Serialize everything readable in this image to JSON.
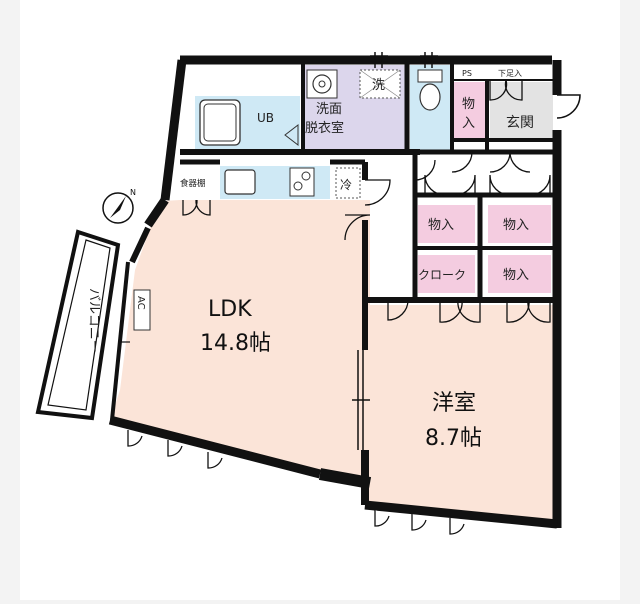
{
  "compass": {
    "north_label": "N"
  },
  "rooms": {
    "ldk": {
      "name": "LDK",
      "size": "14.8帖"
    },
    "western": {
      "name": "洋室",
      "size": "8.7帖"
    },
    "unit_bath": {
      "name": "UB"
    },
    "washroom": {
      "name_line1": "洗面",
      "name_line2": "脱衣室"
    },
    "entrance": {
      "name": "玄関"
    },
    "storage_top": {
      "name_line1": "物",
      "name_line2": "入"
    },
    "storage_1": {
      "name": "物入"
    },
    "storage_2": {
      "name": "物入"
    },
    "storage_3": {
      "name": "物入"
    },
    "closet": {
      "name": "クローク"
    },
    "balcony": {
      "name": "バルコニー"
    }
  },
  "fixtures": {
    "washer": "洗",
    "fridge": "冷",
    "dish_cabinet": "食器棚",
    "pipe_space": "PS",
    "shoe_box": "下足入",
    "aircon": "AC"
  },
  "colors": {
    "ldk": "#fbe4d8",
    "wet": "#cfe9f5",
    "washroom": "#dcd6ec",
    "storage": "#f4cce0",
    "entrance": "#e3e3e3",
    "wall": "#111111"
  }
}
